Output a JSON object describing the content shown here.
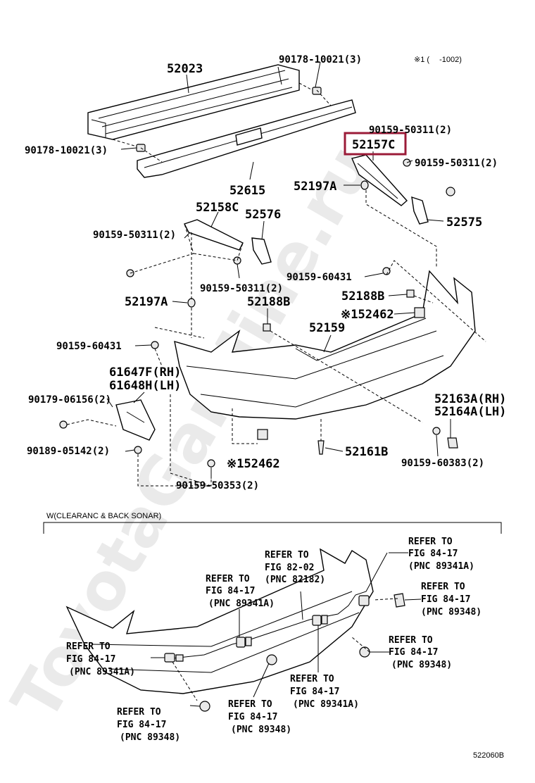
{
  "watermark": "ToyotaGarMine.ru",
  "note_top": "※1 (　 -1002)",
  "figure_code": "522060B",
  "section_title": "W(CLEARANC & BACK SONAR)",
  "highlighted_part": "52157C",
  "parts": {
    "p52023": "52023",
    "b90178a": "90178-10021(3)",
    "b90178b": "90178-10021(3)",
    "b90159_50311_top": "90159-50311(2)",
    "p52157c": "52157C",
    "b90159_50311_r": "90159-50311(2)",
    "p52615": "52615",
    "p52197a_r": "52197A",
    "p52575": "52575",
    "p52158c": "52158C",
    "p52576": "52576",
    "b90159_50311_l": "90159-50311(2)",
    "b90159_50311_m": "90159-50311(2)",
    "b90159_60431_r": "90159-60431",
    "p52188b_r": "52188B",
    "p52462_r": "※152462",
    "p52197a_l": "52197A",
    "p52188b_l": "52188B",
    "p52159": "52159",
    "b90159_60431_l": "90159-60431",
    "p61647f": "61647F(RH)",
    "p61648h": "61648H(LH)",
    "b90179": "90179-06156(2)",
    "p52163a": "52163A(RH)",
    "p52164a": "52164A(LH)",
    "b90189": "90189-05142(2)",
    "p52462_l": "※152462",
    "p52161b": "52161B",
    "b90159_60383": "90159-60383(2)",
    "b90159_50353": "90159-50353(2)"
  },
  "refs": {
    "r1": [
      "REFER TO",
      "FIG 84-17",
      "(PNC 89341A)"
    ],
    "r2": [
      "REFER TO",
      "FIG 82-02",
      "(PNC 82182)"
    ],
    "r3": [
      "REFER TO",
      "FIG 84-17",
      "(PNC 89341A)"
    ],
    "r4": [
      "REFER TO",
      "FIG 84-17",
      "(PNC 89348)"
    ],
    "r5": [
      "REFER TO",
      "FIG 84-17",
      "(PNC 89348)"
    ],
    "r6": [
      "REFER TO",
      "FIG 84-17",
      "(PNC 89341A)"
    ],
    "r7": [
      "REFER TO",
      "FIG 84-17",
      "(PNC 89341A)"
    ],
    "r8": [
      "REFER TO",
      "FIG 84-17",
      "(PNC 89348)"
    ],
    "r9": [
      "REFER TO",
      "FIG 84-17",
      "(PNC 89348)"
    ]
  },
  "colors": {
    "highlight": "#9b1b38",
    "ink": "#000000",
    "watermark": "#d9d9d9"
  }
}
